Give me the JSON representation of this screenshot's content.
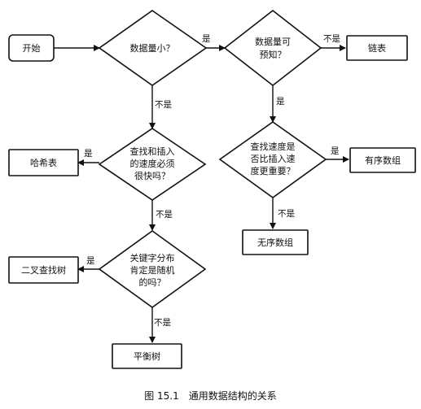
{
  "caption": "图 15.1　通用数据结构的关系",
  "nodes": {
    "start": [
      "开始"
    ],
    "d_small": [
      "数据量小？"
    ],
    "d_predict": [
      "数据量可",
      "预知？"
    ],
    "linked_list": [
      "链表"
    ],
    "d_fast": [
      "查找和插入",
      "的速度必须",
      "很快吗？"
    ],
    "hash_table": [
      "哈希表"
    ],
    "d_search_fast": [
      "查找速度是",
      "否比插入速",
      "度更重要？"
    ],
    "ordered_array": [
      "有序数组"
    ],
    "unordered_array": [
      "无序数组"
    ],
    "d_random": [
      "关键字分布",
      "肯定是随机",
      "的吗？"
    ],
    "bst": [
      "二叉查找树"
    ],
    "balanced_tree": [
      "平衡树"
    ]
  },
  "edges": {
    "small_yes": "是",
    "small_no": "不是",
    "predict_no": "不是",
    "predict_yes": "是",
    "fast_yes": "是",
    "fast_no": "不是",
    "search_yes": "是",
    "search_no": "不是",
    "random_yes": "是",
    "random_no": "不是"
  }
}
